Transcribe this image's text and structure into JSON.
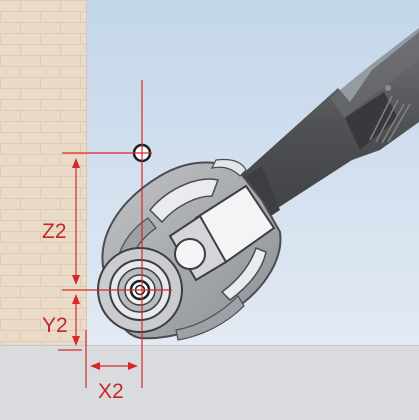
{
  "diagram": {
    "labels": {
      "z2": "Z2",
      "y2": "Y2",
      "x2": "X2"
    },
    "colors": {
      "dimension": "#d62a2a",
      "wall": "#eadbc8",
      "sky_top": "#c6d8ea",
      "sky_bottom": "#e8eef5",
      "floor": "#d8dadd",
      "tool_body": "#a9acb0",
      "tool_dark": "#5a5c5f",
      "tool_light": "#eef0f1"
    },
    "icons": [
      "target-circle-icon"
    ]
  }
}
